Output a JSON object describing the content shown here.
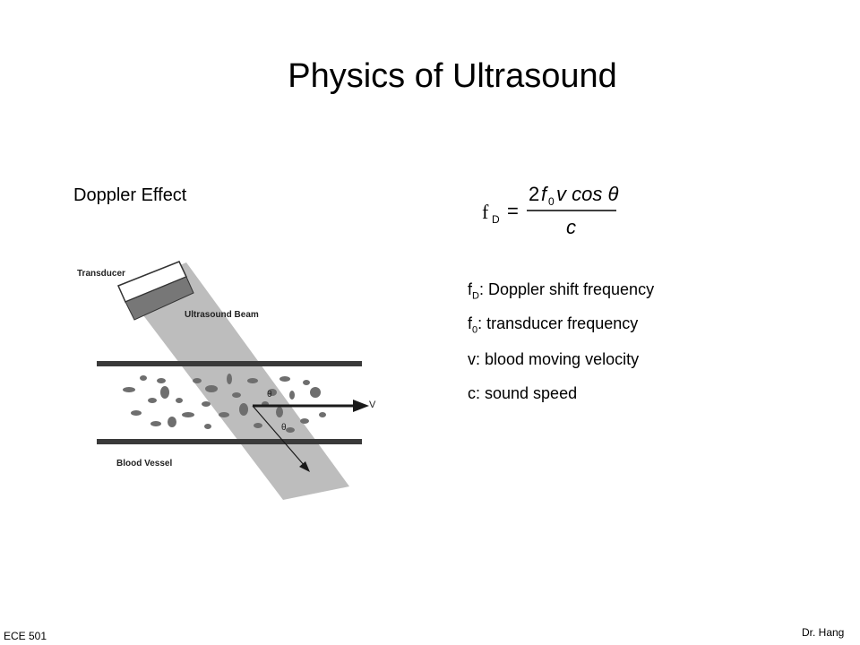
{
  "slide": {
    "title": "Physics of Ultrasound",
    "subtitle": "Doppler Effect"
  },
  "formula": {
    "lhs": "f",
    "lhs_sub": "D",
    "equals": "=",
    "numerator_coef": "2",
    "numerator_f": "f",
    "numerator_f_sub": "0",
    "numerator_rest": "v cos θ",
    "denominator": "c"
  },
  "definitions": [
    {
      "symbol": "f",
      "sub": "D",
      "text": ": Doppler shift frequency"
    },
    {
      "symbol": "f",
      "sub": "0",
      "text": ": transducer frequency"
    },
    {
      "symbol": "v",
      "sub": "",
      "text": ": blood moving velocity"
    },
    {
      "symbol": "c",
      "sub": "",
      "text": ": sound speed"
    }
  ],
  "diagram": {
    "transducer_label": "Transducer",
    "beam_label": "Ultrasound Beam",
    "vessel_label": "Blood Vessel",
    "velocity_label": "V",
    "angle_label_1": "θ",
    "angle_label_2": "θ",
    "colors": {
      "beam": "#bdbdbd",
      "vessel_wall": "#3a3a3a",
      "cells": "#6e6e6e",
      "arrow": "#1a1a1a"
    }
  },
  "footer": {
    "left": "ECE 501",
    "right": "Dr. Hang"
  }
}
